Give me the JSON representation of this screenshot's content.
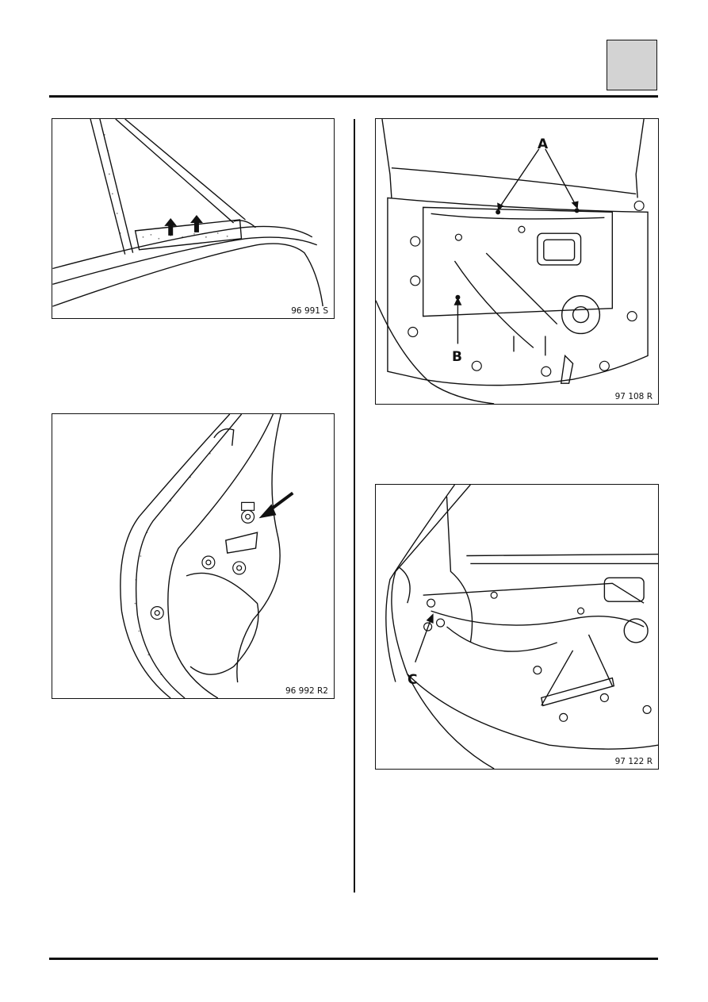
{
  "figures": {
    "fig1": {
      "ref": "96 991 S"
    },
    "fig2": {
      "ref": "96 992 R2"
    },
    "fig3": {
      "ref": "97 108 R",
      "callouts": {
        "a": "A",
        "b": "B"
      }
    },
    "fig4": {
      "ref": "97 122 R",
      "callouts": {
        "c": "C"
      }
    }
  },
  "colors": {
    "ink": "#111111",
    "tab_fill": "#d3d3d3",
    "paper": "#ffffff"
  }
}
